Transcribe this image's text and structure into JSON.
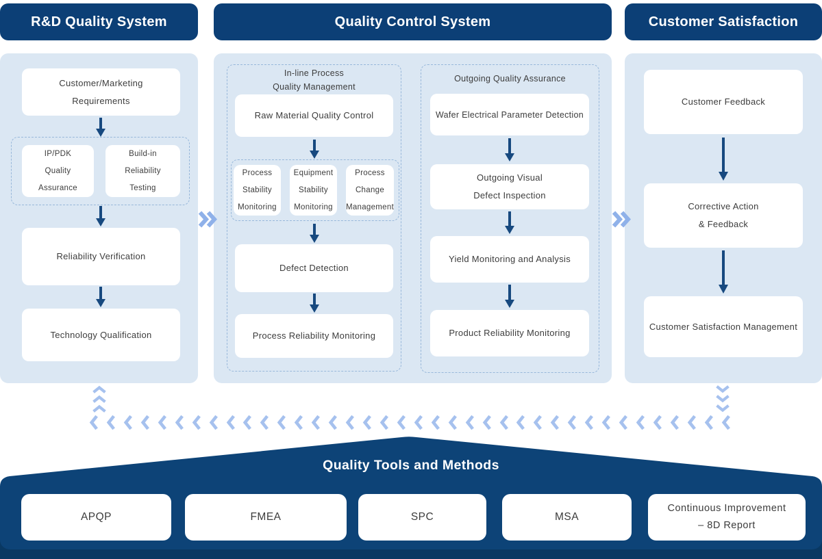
{
  "headers": {
    "rd": "R&D Quality System",
    "qc": "Quality Control System",
    "cs": "Customer Satisfaction"
  },
  "rd": {
    "requirements": {
      "l1": "Customer/Marketing",
      "l2": "Requirements"
    },
    "ippdk": {
      "l1": "IP/PDK",
      "l2": "Quality",
      "l3": "Assurance"
    },
    "buildin": {
      "l1": "Build-in",
      "l2": "Reliability",
      "l3": "Testing"
    },
    "reliability_verification": "Reliability Verification",
    "technology_qualification": "Technology Qualification"
  },
  "inline": {
    "title": {
      "l1": "In-line Process",
      "l2": "Quality Management"
    },
    "raw": "Raw Material Quality Control",
    "small": [
      {
        "l1": "Process",
        "l2": "Stability",
        "l3": "Monitoring"
      },
      {
        "l1": "Equipment",
        "l2": "Stability",
        "l3": "Monitoring"
      },
      {
        "l1": "Process",
        "l2": "Change",
        "l3": "Management"
      }
    ],
    "defect": "Defect Detection",
    "prm": "Process Reliability Monitoring"
  },
  "outgoing": {
    "title": "Outgoing Quality Assurance",
    "wafer": "Wafer Electrical Parameter Detection",
    "visual": {
      "l1": "Outgoing Visual",
      "l2": "Defect Inspection"
    },
    "yield": "Yield Monitoring and Analysis",
    "product": "Product Reliability Monitoring"
  },
  "customer": {
    "feedback": "Customer Feedback",
    "corrective": {
      "l1": "Corrective Action",
      "l2": "& Feedback"
    },
    "management": "Customer Satisfaction Management"
  },
  "tools": {
    "title": "Quality Tools and Methods",
    "apqp": "APQP",
    "fmea": "FMEA",
    "spc": "SPC",
    "msa": "MSA",
    "ci": {
      "l1": "Continuous Improvement",
      "l2": "– 8D Report"
    }
  },
  "colors": {
    "header_bg": "#0c3f76",
    "panel_bg": "#dbe7f3",
    "arrow": "#17497f",
    "chevron": "#a6c1ee",
    "chevron_strong": "#8fb1e9",
    "footer_bg": "#0d4377",
    "footer_edge": "#093862",
    "box_text": "#3c3c3c",
    "dashed_border": "#97b7da"
  }
}
